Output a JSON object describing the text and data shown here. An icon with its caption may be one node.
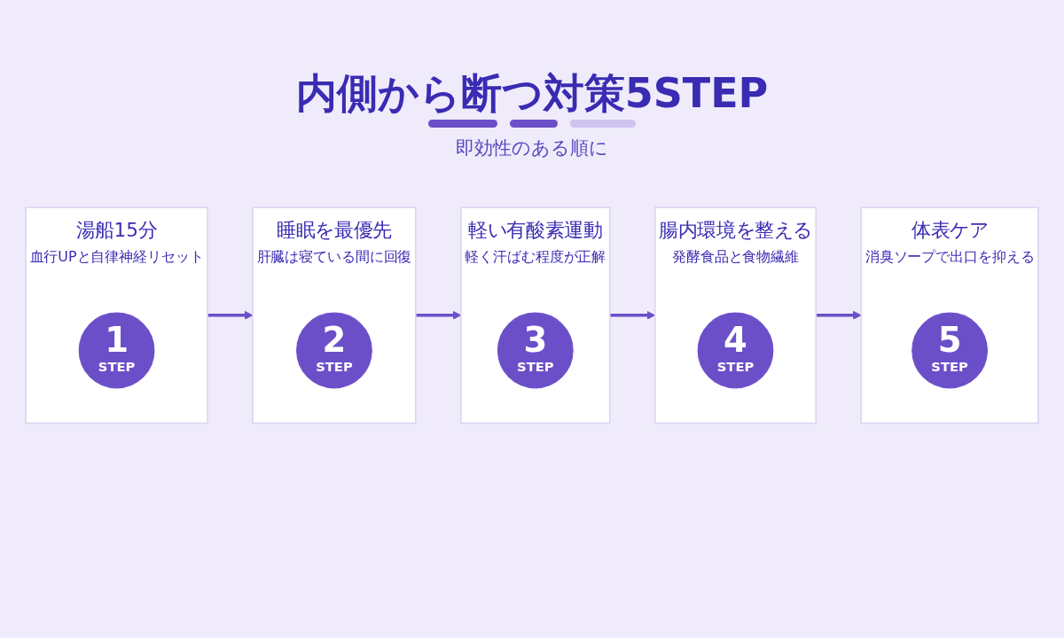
{
  "diagram": {
    "title": "内側から断つ対策5STEP",
    "nodes": [
      {
        "text": [
          "湯船15分",
          "血行UPと自律神経リセット"
        ]
      },
      {
        "text": [
          "1",
          "STEP"
        ],
        "in": 0
      },
      {
        "text": [
          "睡眠を最優先",
          "肝臓は寝ている間に回復"
        ]
      },
      {
        "text": [
          "2",
          "STEP"
        ],
        "in": 2
      },
      {
        "text": [
          "軽い有酸素運動",
          "軽く汗ばむ程度が正解"
        ]
      },
      {
        "text": [
          "3",
          "STEP"
        ],
        "in": 4
      },
      {
        "text": [
          "腸内環境を整える",
          "発酵食品と食物繊維"
        ]
      },
      {
        "text": [
          "4",
          "STEP"
        ],
        "in": 6
      },
      {
        "text": [
          "体表ケア",
          "消臭ソープで出口を抑える"
        ]
      },
      {
        "text": [
          "5",
          "STEP"
        ],
        "in": 8
      }
    ],
    "edges": [
      {
        "from": 0,
        "to": 2,
        "arrow": "to"
      },
      {
        "from": 2,
        "to": 4,
        "arrow": "to"
      },
      {
        "from": 4,
        "to": 6,
        "arrow": "to"
      },
      {
        "from": 6,
        "to": 8,
        "arrow": "to"
      }
    ],
    "labels": [
      "即効性のある順に"
    ]
  }
}
